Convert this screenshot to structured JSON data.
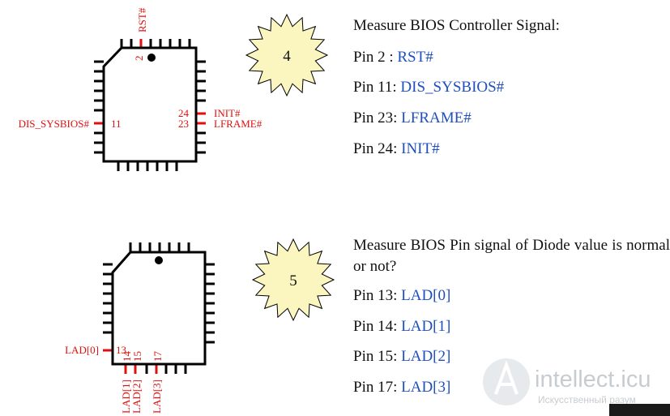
{
  "chip_top": {
    "pin_labels": {
      "rst_name": "RST#",
      "rst_num": "2",
      "dis_name": "DIS_SYSBIOS#",
      "dis_num": "11",
      "init_num": "24",
      "init_name": "INIT#",
      "lframe_num": "23",
      "lframe_name": "LFRAME#"
    }
  },
  "chip_bottom": {
    "pin_labels": {
      "lad0_name": "LAD[0]",
      "lad0_num": "13",
      "lad1_num": "14",
      "lad2_num": "15",
      "lad3_num": "17",
      "lad1_name": "LAD[1]",
      "lad2_name": "LAD[2]",
      "lad3_name": "LAD[3]"
    }
  },
  "step4": {
    "number": "4",
    "title": "Measure BIOS Controller Signal:",
    "pins": [
      {
        "pin": "Pin  2 : ",
        "signal": "RST#"
      },
      {
        "pin": "Pin 11: ",
        "signal": "DIS_SYSBIOS#"
      },
      {
        "pin": "Pin 23: ",
        "signal": "LFRAME#"
      },
      {
        "pin": "Pin 24: ",
        "signal": "INIT#"
      }
    ]
  },
  "step5": {
    "number": "5",
    "title": "Measure BIOS Pin signal of Diode value is normal or not?",
    "pins": [
      {
        "pin": "Pin 13: ",
        "signal": "LAD[0]"
      },
      {
        "pin": "Pin 14: ",
        "signal": "LAD[1]"
      },
      {
        "pin": "Pin 15: ",
        "signal": "LAD[2]"
      },
      {
        "pin": "Pin 17: ",
        "signal": "LAD[3]"
      }
    ]
  },
  "watermark": {
    "brand": "intellect.icu",
    "tagline": "Искусственный разум"
  },
  "colors": {
    "signal_blue": "#1f4fbf",
    "pin_red": "#e01010",
    "starburst_fill": "#fbf5c0"
  }
}
